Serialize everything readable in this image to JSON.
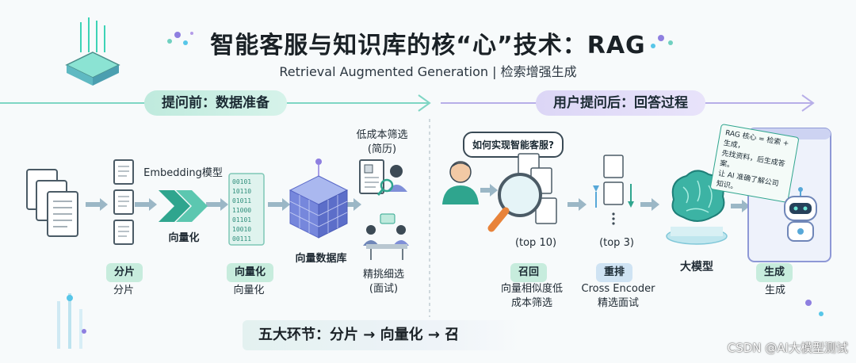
{
  "title": "智能客服与知识库的核“心”技术：RAG",
  "subtitle": "Retrieval Augmented Generation | 检索增强生成",
  "phases": {
    "before": "提问前：数据准备",
    "after": "用户提问后：回答过程"
  },
  "steps": {
    "split": {
      "label": "分片",
      "caption": "分片"
    },
    "embedding": {
      "top": "Embedding模型",
      "caption": "向量化"
    },
    "vectorize": {
      "label": "向量化",
      "caption": "向量化"
    },
    "vectordb": {
      "caption": "向量数据库"
    },
    "filter_low": {
      "caption_line1": "低成本筛选",
      "caption_line2": "(简历)"
    },
    "filter_fine": {
      "caption_line1": "精挑细选",
      "caption_line2": "(面试)"
    },
    "question": {
      "bubble": "如何实现智能客服?"
    },
    "recall": {
      "label": "召回",
      "top": "(top 10)",
      "caption_line1": "向量相似度低",
      "caption_line2": "成本筛选"
    },
    "rerank": {
      "label": "重排",
      "top": "(top 3)",
      "caption_line1": "Cross Encoder",
      "caption_line2": "精选面试"
    },
    "llm": {
      "label": "大模型"
    },
    "generate": {
      "label": "生成",
      "caption": "生成",
      "screen_line1": "RAG 核心 = 检索 + 生成，",
      "screen_line2": "先找资料，后生成答案。",
      "screen_line3": "让 AI 准确了解公司知识。"
    }
  },
  "bottom_banner": "五大环节：分片 → 向量化 → 召",
  "watermark": "CSDN @AI大模型测试",
  "colors": {
    "green_pill": "#c7ecdd",
    "blue_pill": "#cfe3f3",
    "purple_pill": "#dcd6f6",
    "arrow": "#9bb7c6",
    "cube": "#6d7fd6",
    "teal": "#2fa58e"
  }
}
